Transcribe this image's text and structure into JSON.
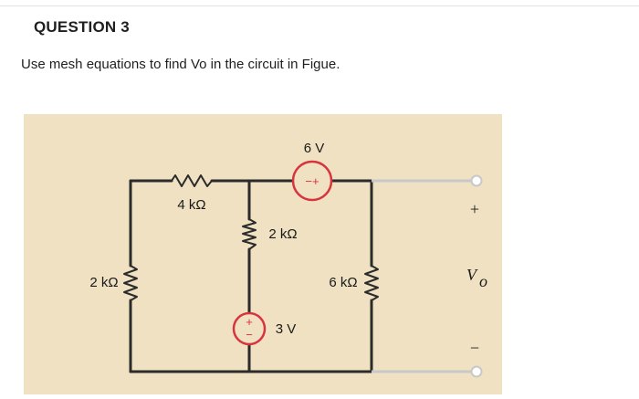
{
  "question": {
    "title": "QUESTION 3",
    "prompt": "Use mesh equations to find Vo in the circuit in Figue."
  },
  "circuit": {
    "r_top": "4 kΩ",
    "r_left": "2 kΩ",
    "r_middle": "2 kΩ",
    "r_right": "6 kΩ",
    "source_top": "6 V",
    "source_bottom": "3 V",
    "source_top_polarity": "−+",
    "source_bottom_plus": "+",
    "source_bottom_minus": "−",
    "terminal_plus": "+",
    "terminal_minus": "−",
    "output_label_main": "V",
    "output_label_sub": "o",
    "colors": {
      "wire": "#2b2b2b",
      "source": "#d8343f",
      "lead": "#c8c8c8",
      "figure_bg": "#efe1c2"
    }
  }
}
